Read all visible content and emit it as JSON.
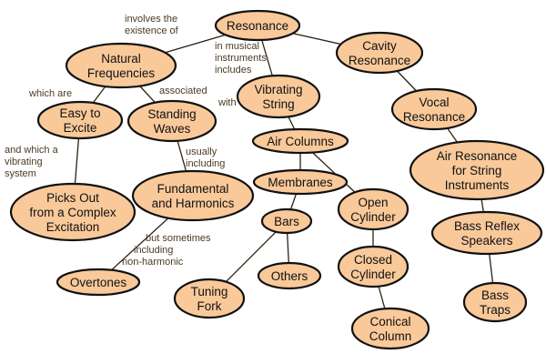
{
  "colors": {
    "node_fill": "#F9C99A",
    "node_stroke": "#111111",
    "link_text": "#4a3a20"
  },
  "nodes": [
    {
      "id": "resonance",
      "lines": [
        "Resonance"
      ]
    },
    {
      "id": "cavity",
      "lines": [
        "Cavity",
        "Resonance"
      ]
    },
    {
      "id": "natfreq",
      "lines": [
        "Natural",
        "Frequencies"
      ]
    },
    {
      "id": "vibstring",
      "lines": [
        "Vibrating",
        "String"
      ]
    },
    {
      "id": "vocal",
      "lines": [
        "Vocal",
        "Resonance"
      ]
    },
    {
      "id": "easy",
      "lines": [
        "Easy to",
        "Excite"
      ]
    },
    {
      "id": "standing",
      "lines": [
        "Standing",
        "Waves"
      ]
    },
    {
      "id": "aircol",
      "lines": [
        "Air Columns"
      ]
    },
    {
      "id": "airres",
      "lines": [
        "Air Resonance",
        "for String",
        "Instruments"
      ]
    },
    {
      "id": "membranes",
      "lines": [
        "Membranes"
      ]
    },
    {
      "id": "fund",
      "lines": [
        "Fundamental",
        "and Harmonics"
      ]
    },
    {
      "id": "picks",
      "lines": [
        "Picks Out",
        "from a Complex",
        "Excitation"
      ]
    },
    {
      "id": "opencyl",
      "lines": [
        "Open",
        "Cylinder"
      ]
    },
    {
      "id": "bars",
      "lines": [
        "Bars"
      ]
    },
    {
      "id": "bassreflex",
      "lines": [
        "Bass Reflex",
        "Speakers"
      ]
    },
    {
      "id": "closedcyl",
      "lines": [
        "Closed",
        "Cylinder"
      ]
    },
    {
      "id": "others",
      "lines": [
        "Others"
      ]
    },
    {
      "id": "overtones",
      "lines": [
        "Overtones"
      ]
    },
    {
      "id": "tuning",
      "lines": [
        "Tuning",
        "Fork"
      ]
    },
    {
      "id": "basstraps",
      "lines": [
        "Bass",
        "Traps"
      ]
    },
    {
      "id": "conical",
      "lines": [
        "Conical",
        "Column"
      ]
    }
  ],
  "edges": [
    [
      "resonance",
      "natfreq"
    ],
    [
      "resonance",
      "vibstring"
    ],
    [
      "resonance",
      "cavity"
    ],
    [
      "cavity",
      "vocal"
    ],
    [
      "vocal",
      "airres"
    ],
    [
      "airres",
      "bassreflex"
    ],
    [
      "bassreflex",
      "basstraps"
    ],
    [
      "natfreq",
      "easy"
    ],
    [
      "natfreq",
      "standing"
    ],
    [
      "easy",
      "picks"
    ],
    [
      "standing",
      "fund"
    ],
    [
      "fund",
      "overtones"
    ],
    [
      "vibstring",
      "aircol"
    ],
    [
      "aircol",
      "membranes"
    ],
    [
      "aircol",
      "opencyl"
    ],
    [
      "membranes",
      "bars"
    ],
    [
      "bars",
      "tuning"
    ],
    [
      "bars",
      "others"
    ],
    [
      "opencyl",
      "closedcyl"
    ],
    [
      "closedcyl",
      "conical"
    ]
  ],
  "link_labels": [
    {
      "id": "involves",
      "lines": [
        "involves the",
        "existence of"
      ]
    },
    {
      "id": "inmusical",
      "lines": [
        "in musical",
        "instruments",
        "includes"
      ]
    },
    {
      "id": "whichare",
      "lines": [
        "which are"
      ]
    },
    {
      "id": "associated",
      "lines": [
        "associated",
        "with"
      ]
    },
    {
      "id": "andwhich",
      "lines": [
        "and which a",
        "vibrating",
        "system"
      ]
    },
    {
      "id": "usually",
      "lines": [
        "usually",
        "including"
      ]
    },
    {
      "id": "butsometimes",
      "lines": [
        "but sometimes",
        "including",
        "non-harmonic"
      ]
    }
  ]
}
